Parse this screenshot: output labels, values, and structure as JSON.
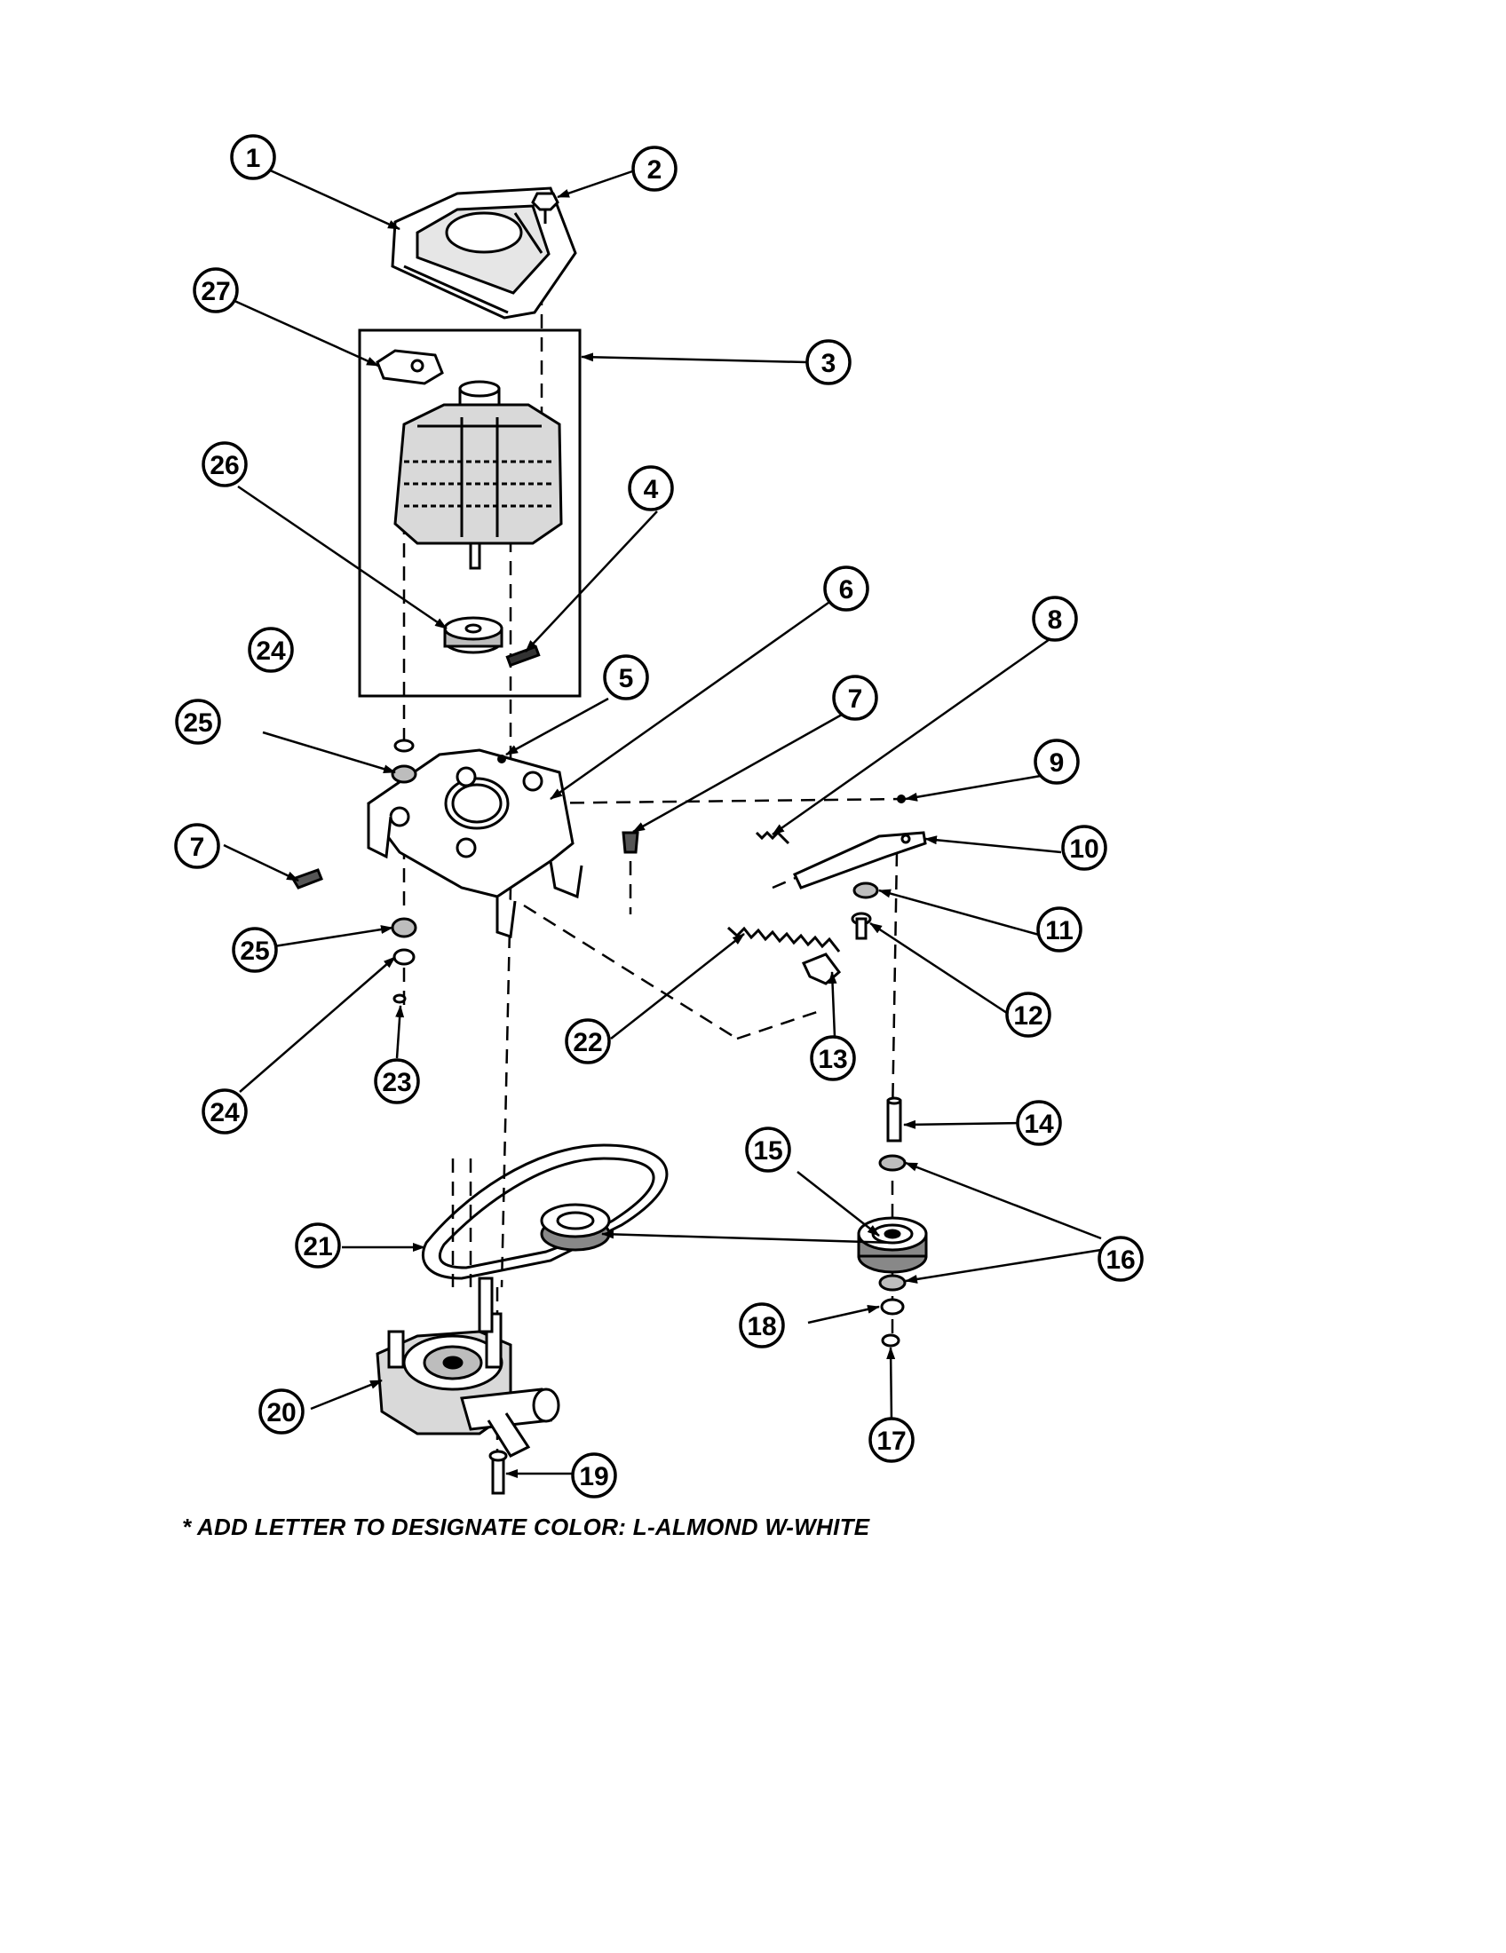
{
  "callouts": [
    "1",
    "2",
    "3",
    "4",
    "5",
    "6",
    "7",
    "8",
    "9",
    "10",
    "11",
    "12",
    "13",
    "14",
    "15",
    "16",
    "17",
    "18",
    "19",
    "20",
    "21",
    "22",
    "23",
    "24",
    "25",
    "26",
    "27"
  ],
  "note": "* ADD LETTER TO DESIGNATE COLOR: L-ALMOND  W-WHITE"
}
